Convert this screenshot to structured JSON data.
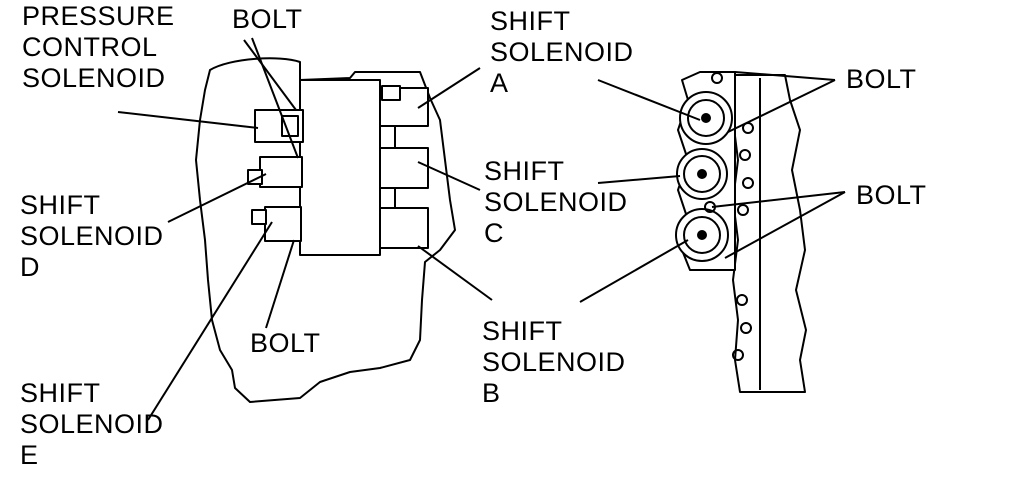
{
  "labels": {
    "pressure_control": [
      "PRESSURE",
      "CONTROL",
      "SOLENOID"
    ],
    "bolt_top_left": "BOLT",
    "shift_a": [
      "SHIFT",
      "SOLENOID",
      "A"
    ],
    "shift_c": [
      "SHIFT",
      "SOLENOID",
      "C"
    ],
    "shift_d": [
      "SHIFT",
      "SOLENOID",
      "D"
    ],
    "bolt_bottom": "BOLT",
    "shift_b": [
      "SHIFT",
      "SOLENOID",
      "B"
    ],
    "shift_e": [
      "SHIFT",
      "SOLENOID",
      "E"
    ],
    "bolt_right_top": "BOLT",
    "bolt_right_mid": "BOLT"
  },
  "colors": {
    "ink": "#000000",
    "paper": "#ffffff"
  }
}
